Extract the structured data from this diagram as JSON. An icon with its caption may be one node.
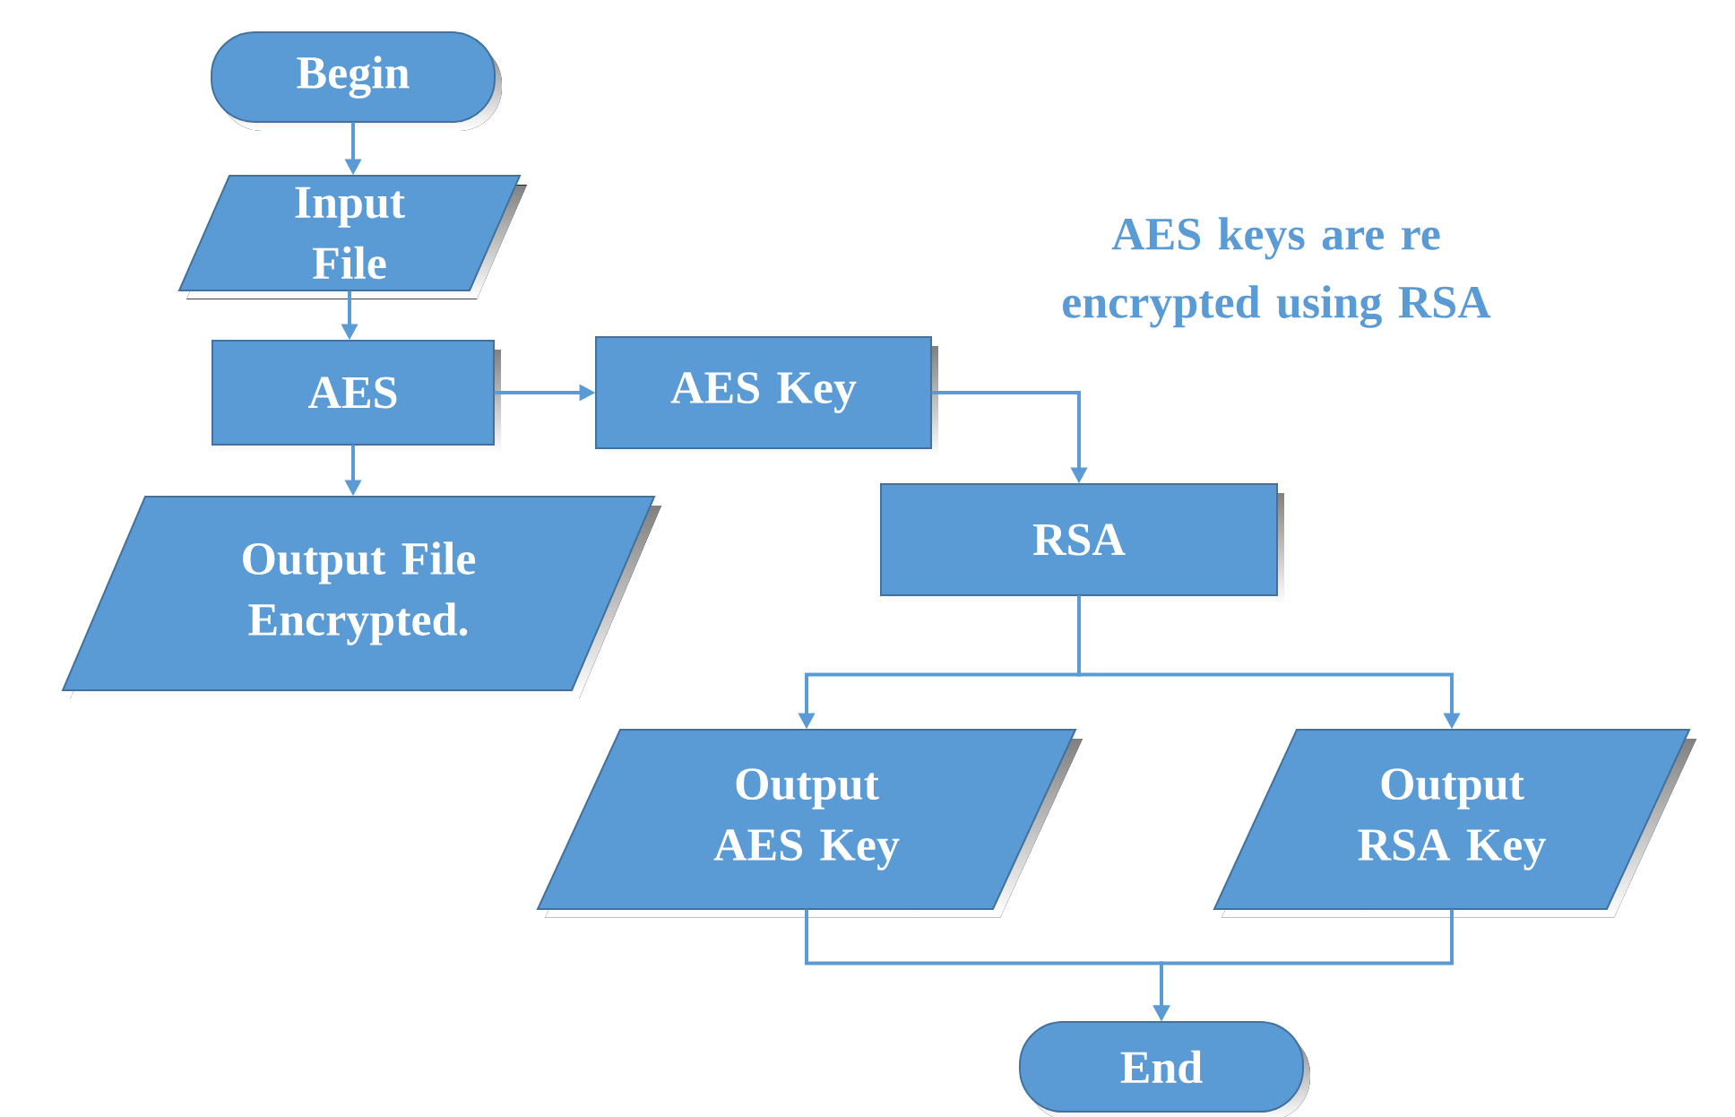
{
  "diagram": {
    "nodes": [
      {
        "text": [
          "Begin"
        ]
      },
      {
        "text": [
          "Input File"
        ]
      },
      {
        "text": [
          "AES"
        ]
      },
      {
        "text": [
          "Output File Encrypted."
        ]
      },
      {
        "text": [
          "AES Key"
        ]
      },
      {
        "text": [
          "RSA"
        ]
      },
      {
        "text": [
          "Output AES Key"
        ]
      },
      {
        "text": [
          "Output RSA Key"
        ]
      },
      {
        "text": [
          "End"
        ]
      }
    ],
    "edges": [
      {
        "from": 0,
        "to": 1,
        "arrow": "to"
      },
      {
        "from": 1,
        "to": 2,
        "arrow": "to"
      },
      {
        "from": 2,
        "to": 3,
        "arrow": "to"
      },
      {
        "from": 2,
        "to": 4,
        "arrow": "to"
      },
      {
        "from": 4,
        "to": 5,
        "arrow": "to"
      },
      {
        "from": 5,
        "to": 6,
        "arrow": "to"
      },
      {
        "from": 5,
        "to": 7,
        "arrow": "to"
      },
      {
        "from": 6,
        "to": 8,
        "arrow": "to"
      },
      {
        "from": 7,
        "to": 8,
        "arrow": "to"
      }
    ],
    "labels": [
      "AES keys are re encrypted using RSA"
    ]
  }
}
